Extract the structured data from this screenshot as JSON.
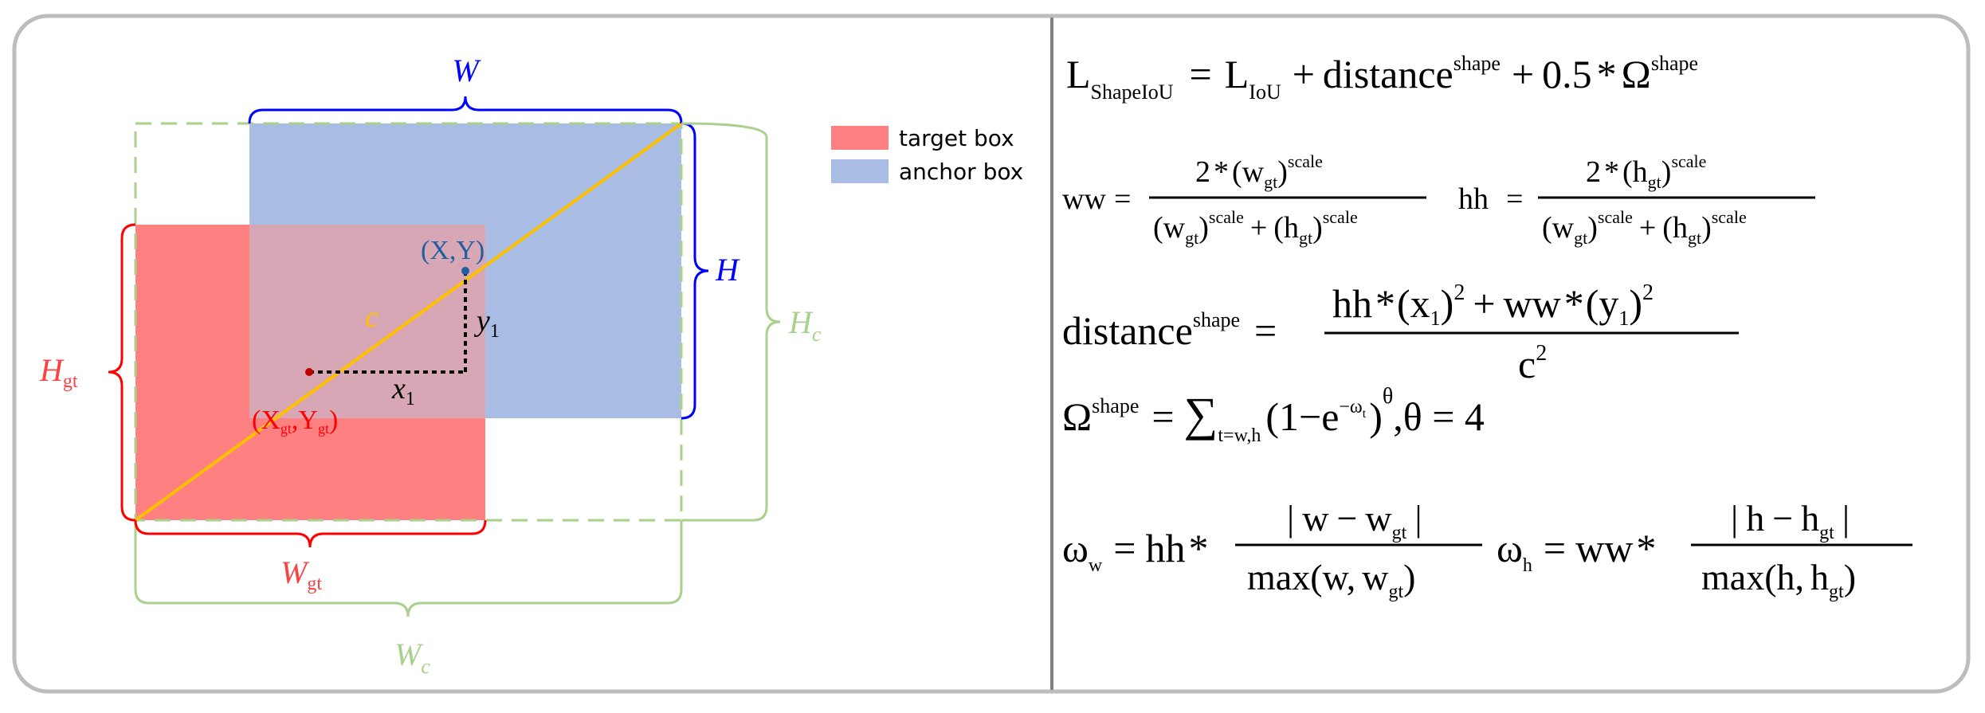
{
  "colors": {
    "frame": "#bdbdbd",
    "divider": "#808080",
    "target": "#ff8080",
    "anchor": "#a9bce4",
    "overlap": "#d8a7b6",
    "enclosing": "#a9d18e",
    "diagonal": "#ffc000",
    "blue_label": "#0000ff",
    "red_label": "#ff0000",
    "green_label": "#a9d18e",
    "center_marker": "#1f5fa0"
  },
  "legend": [
    {
      "label": "target box",
      "color": "#ff8080"
    },
    {
      "label": "anchor box",
      "color": "#a9bce4"
    }
  ],
  "diagram": {
    "W": "W",
    "H": "H",
    "Hc_main": "H",
    "Hc_sub": "c",
    "Wc_main": "W",
    "Wc_sub": "c",
    "Hgt_main": "H",
    "Hgt_sub": "gt",
    "Wgt_main": "W",
    "Wgt_sub": "gt",
    "c": "c",
    "XY": "(X,Y)",
    "y1_main": "y",
    "y1_sub": "1",
    "x1_main": "x",
    "x1_sub": "1",
    "gt_center_X": "X",
    "gt_center_Y": "Y",
    "gt_center_sub": "gt"
  },
  "formulas": {
    "L": "L",
    "sub_ShapeIoU": "ShapeIoU",
    "sub_IoU": "IoU",
    "eq": "=",
    "plus": "+",
    "minus": "−",
    "star": "*",
    "coef": "0.5",
    "distance": "distance",
    "sup_shape": "shape",
    "sup_scale": "scale",
    "Omega": "Ω",
    "ww": "ww",
    "hh": "hh",
    "two": "2",
    "w": "w",
    "h": "h",
    "sub_gt": "gt",
    "x": "x",
    "y": "y",
    "one_sub": "1",
    "sq": "2",
    "c": "c",
    "sum": "∑",
    "sum_sub": "t=w,h",
    "one_minus": "(1−e",
    "exp_sup": "−ω",
    "exp_sub": "t",
    "theta": "θ",
    "theta_eq": ",θ = 4",
    "omega": "ω",
    "max": "max",
    "abs_bar": "|",
    "lparen": "(",
    "rparen": ")",
    "comma": ","
  }
}
